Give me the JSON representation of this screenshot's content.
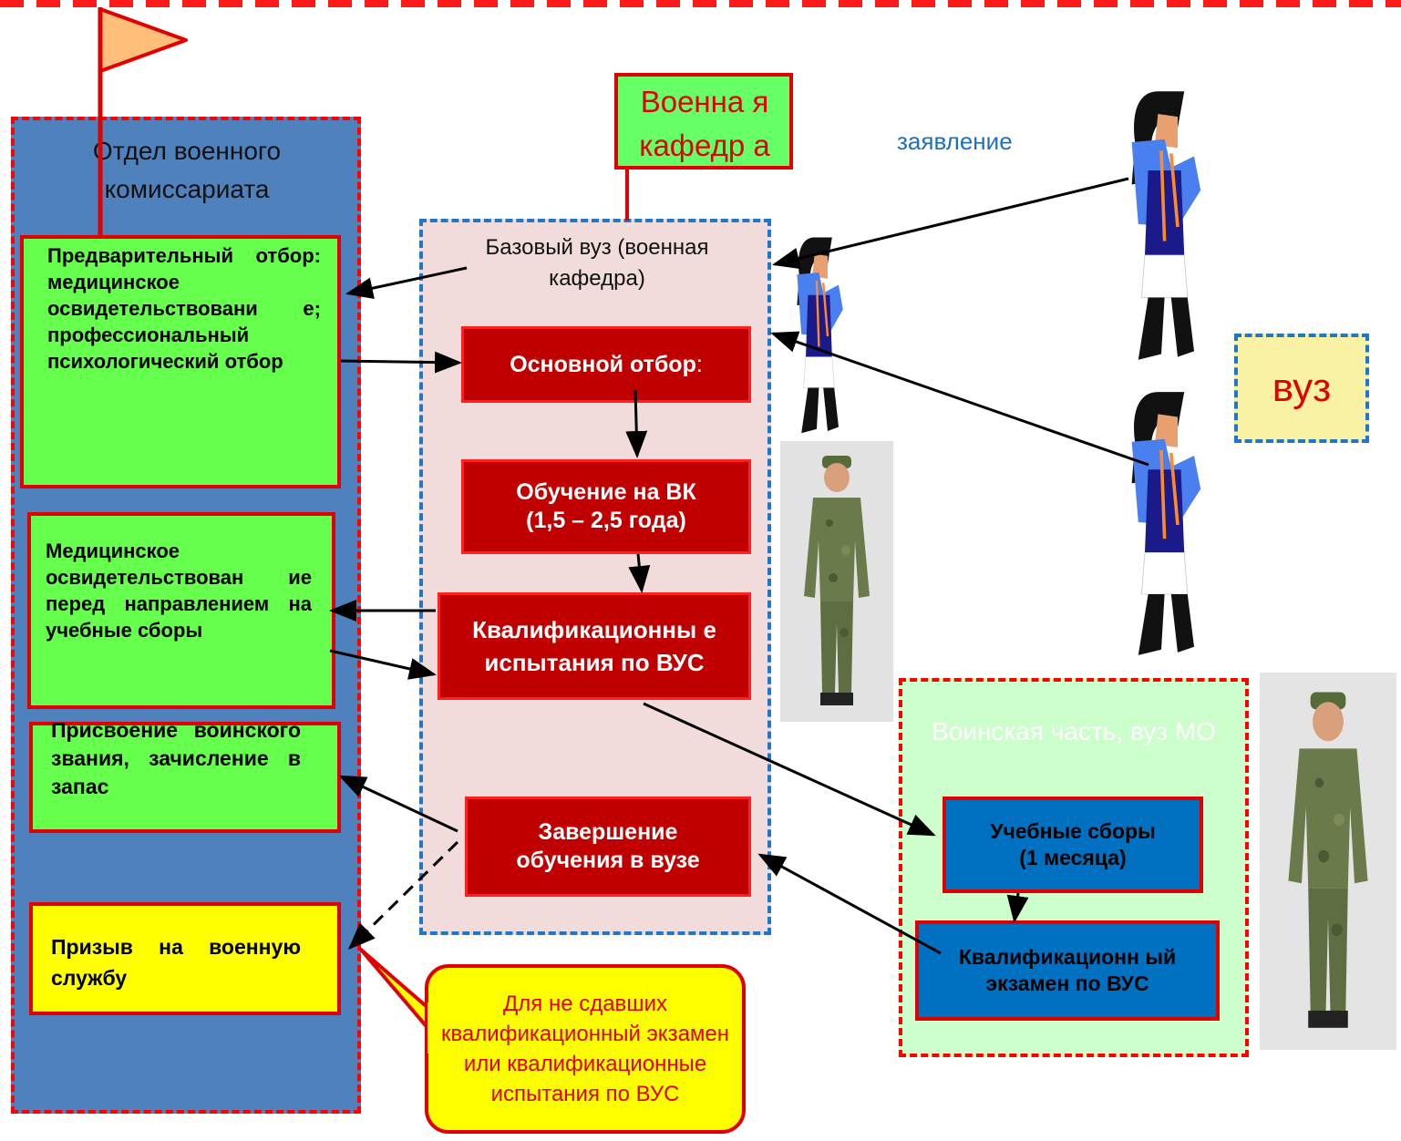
{
  "colors": {
    "commissariat_panel": "#4f81bd",
    "university_panel": "#f2dcdb",
    "unit_panel": "#ccffcc",
    "green_box": "#66ff4d",
    "dark_red_box": "#c00000",
    "blue_box": "#0070c0",
    "yellow_box": "#ffff00",
    "vuz_badge": "#f9f2a4",
    "border_red": "#ff0000",
    "border_blue": "#1f77c8"
  },
  "commissariat": {
    "title": "Отдел военного комиссариата",
    "preliminary": "Предварительный отбор: медицинское освидетельствовани е; профессиональный психологический отбор",
    "medical": "Медицинское освидетельствован ие перед направлением на учебные сборы",
    "assignment": "Присвоение воинского звания, зачисление в запас",
    "conscription": "Призыв на военную службу"
  },
  "military_department_label": "Военна я кафедр а",
  "university": {
    "title": "Базовый вуз (военная кафедра)",
    "main_selection": "Основной отбор",
    "main_selection_colon": ":",
    "training": "Обучение на ВК (1,5 – 2,5 года)",
    "qualification_tests": "Квалификационны е испытания по ВУС",
    "completion": "Завершение обучения в вузе"
  },
  "application_label": "заявление",
  "vuz_badge": "вуз",
  "unit": {
    "title": "Воинская часть, вуз МО",
    "camp": "Учебные сборы (1 месяца)",
    "exam": "Квалификационн ый экзамен по ВУС"
  },
  "callout": "Для не сдавших квалификационный экзамен или квалификационные испытания по ВУС",
  "icons": [
    "flag-icon",
    "student-icon",
    "soldier-icon"
  ]
}
